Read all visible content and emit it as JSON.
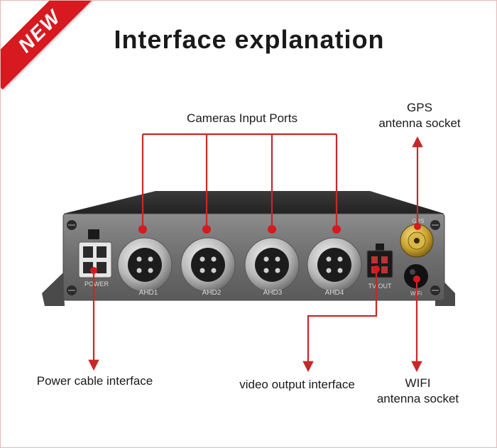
{
  "badge": "NEW",
  "title": "Interface explanation",
  "callouts": {
    "cameras": "Cameras Input Ports",
    "gps_line1": "GPS",
    "gps_line2": "antenna socket",
    "power": "Power cable interface",
    "video": "video output interface",
    "wifi_line1": "WIFI",
    "wifi_line2": "antenna socket"
  },
  "device_labels": {
    "power": "POWER",
    "ahd1": "AHD1",
    "ahd2": "AHD2",
    "ahd3": "AHD3",
    "ahd4": "AHD4",
    "tvout": "TV OUT",
    "gps": "GPS",
    "wifi": "WiFi"
  },
  "colors": {
    "accent": "#d71920",
    "line": "#c62828"
  }
}
